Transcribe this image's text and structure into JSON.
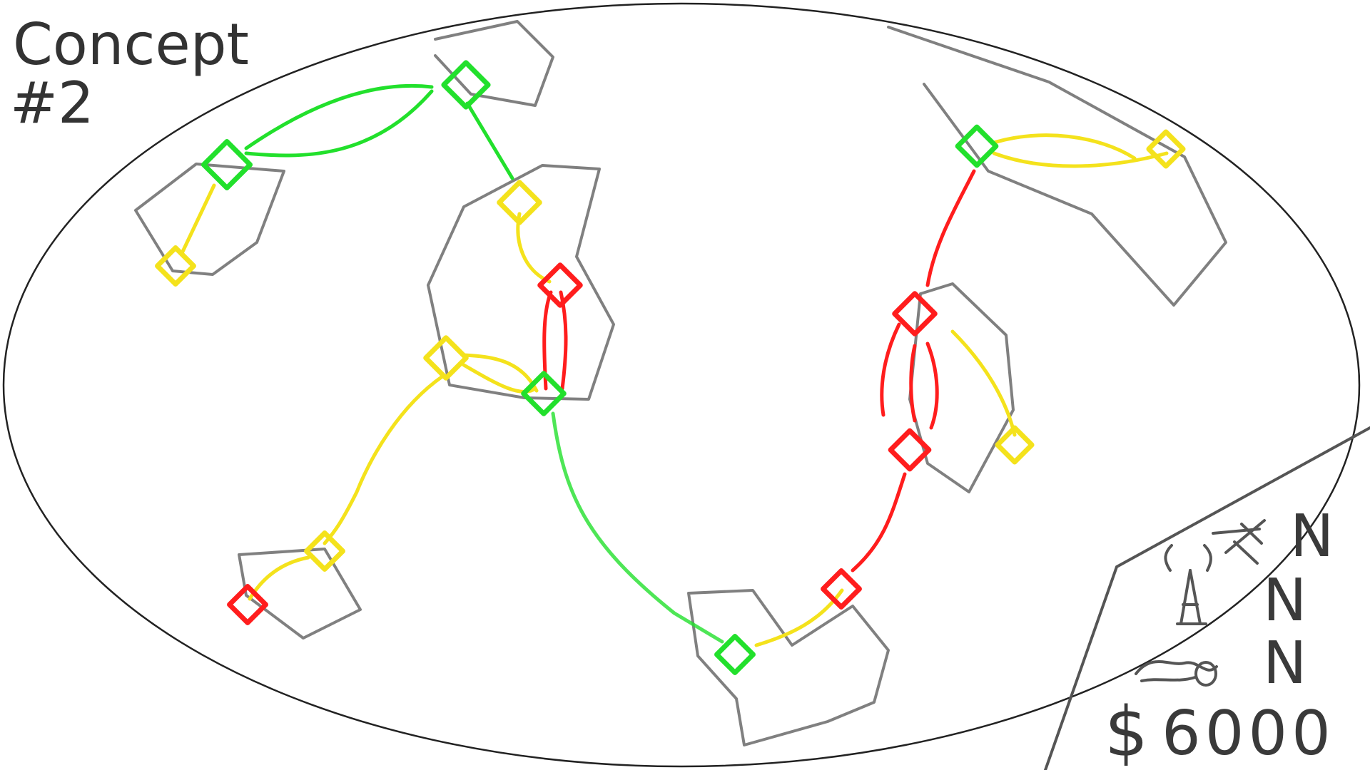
{
  "title": {
    "line1": "Concept",
    "line2": "#2"
  },
  "colors": {
    "green": "#22e02c",
    "yellow": "#f4e21c",
    "red": "#ff1d1d",
    "outline": "#222222",
    "region": "#555555"
  },
  "stats_panel": {
    "rows": [
      {
        "icon": "fist-icon",
        "value": "N"
      },
      {
        "icon": "tower-icon",
        "value": "N"
      },
      {
        "icon": "wave-icon",
        "value": "N"
      }
    ],
    "money": {
      "symbol": "$",
      "amount": "6000"
    }
  }
}
